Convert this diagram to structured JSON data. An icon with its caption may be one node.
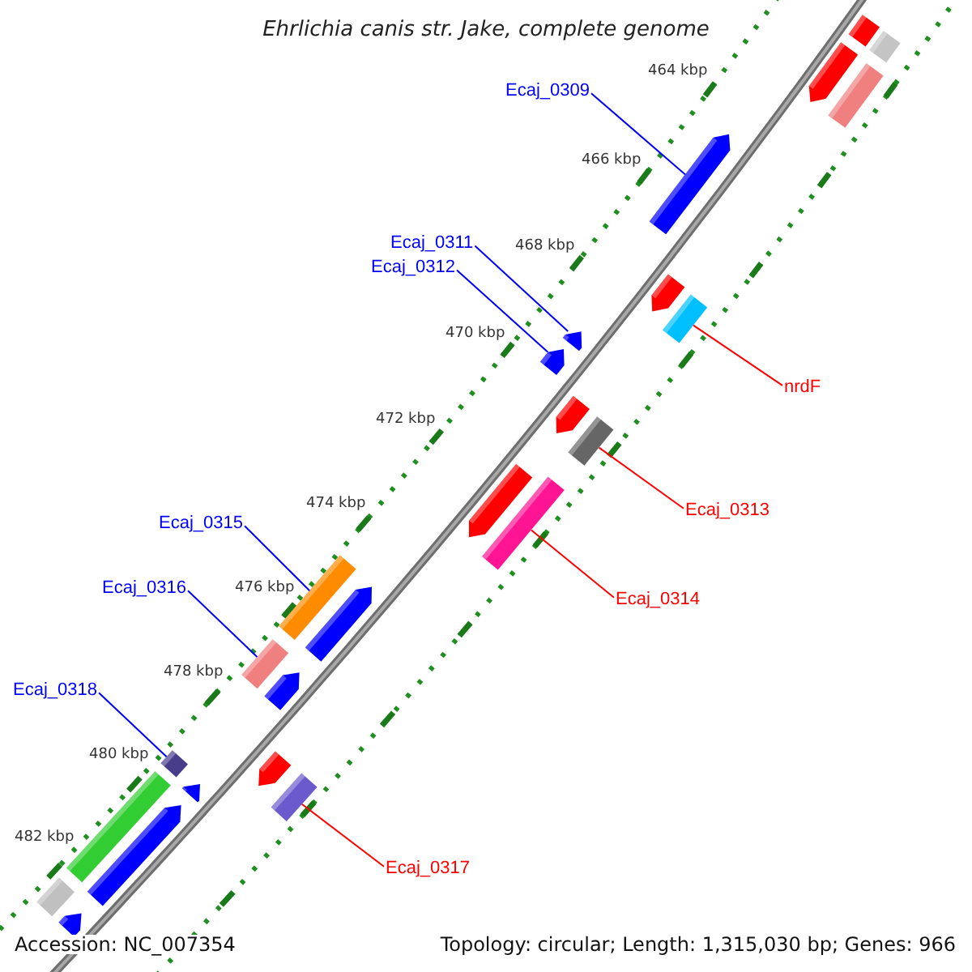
{
  "diagram": {
    "title": "Ehrlichia canis str. Jake, complete genome",
    "nodes": [
      {
        "text": [
          "Ecaj_0309"
        ]
      },
      {
        "text": [],
        "shape": "arrow"
      },
      {
        "text": [
          "Ecaj_0311"
        ]
      },
      {
        "text": [],
        "shape": "arrow"
      },
      {
        "text": [
          "Ecaj_0312"
        ]
      },
      {
        "text": [],
        "shape": "arrow"
      },
      {
        "text": [
          "nrdF"
        ]
      },
      {
        "text": [],
        "shape": "bar"
      },
      {
        "text": [
          "Ecaj_0313"
        ]
      },
      {
        "text": [],
        "shape": "bar"
      },
      {
        "text": [
          "Ecaj_0315"
        ]
      },
      {
        "text": [],
        "shape": "bar"
      },
      {
        "text": [
          "Ecaj_0316"
        ]
      },
      {
        "text": [],
        "shape": "bar"
      },
      {
        "text": [
          "Ecaj_0314"
        ]
      },
      {
        "text": [],
        "shape": "bar"
      },
      {
        "text": [
          "Ecaj_0318"
        ]
      },
      {
        "text": [],
        "shape": "bar"
      },
      {
        "text": [
          "Ecaj_0317"
        ]
      },
      {
        "text": [],
        "shape": "bar"
      },
      {
        "text": [],
        "shape": "bar"
      },
      {
        "text": [],
        "shape": "bar"
      },
      {
        "text": [],
        "shape": "arrow"
      },
      {
        "text": [],
        "shape": "bar"
      },
      {
        "text": [],
        "shape": "arrow"
      },
      {
        "text": [],
        "shape": "arrow"
      },
      {
        "text": [],
        "shape": "arrow"
      },
      {
        "text": [],
        "shape": "arrow"
      },
      {
        "text": [],
        "shape": "arrow"
      },
      {
        "text": [],
        "shape": "arrow"
      },
      {
        "text": [],
        "shape": "arrow"
      },
      {
        "text": [],
        "shape": "bar"
      },
      {
        "text": [],
        "shape": "arrow"
      },
      {
        "text": [],
        "shape": "bar"
      },
      {
        "text": [],
        "shape": "arrow"
      }
    ],
    "edges": [
      {
        "from": 0,
        "to": 1,
        "arrow": "none"
      },
      {
        "from": 2,
        "to": 3,
        "arrow": "none"
      },
      {
        "from": 4,
        "to": 5,
        "arrow": "none"
      },
      {
        "from": 6,
        "to": 7,
        "arrow": "none",
        "color": "#ff0000"
      },
      {
        "from": 8,
        "to": 9,
        "arrow": "none",
        "color": "#ff0000"
      },
      {
        "from": 10,
        "to": 11,
        "arrow": "none"
      },
      {
        "from": 12,
        "to": 13,
        "arrow": "none"
      },
      {
        "from": 14,
        "to": 15,
        "arrow": "none",
        "color": "#ff0000"
      },
      {
        "from": 16,
        "to": 17,
        "arrow": "none"
      },
      {
        "from": 18,
        "to": 19,
        "arrow": "none",
        "color": "#ff0000"
      }
    ],
    "labels": [
      "464 kbp",
      "466 kbp",
      "468 kbp",
      "470 kbp",
      "472 kbp",
      "474 kbp",
      "476 kbp",
      "478 kbp",
      "480 kbp",
      "482 kbp",
      "Accession: NC_007354",
      "Topology: circular; Length: 1,315,030 bp; Genes: 966"
    ]
  }
}
